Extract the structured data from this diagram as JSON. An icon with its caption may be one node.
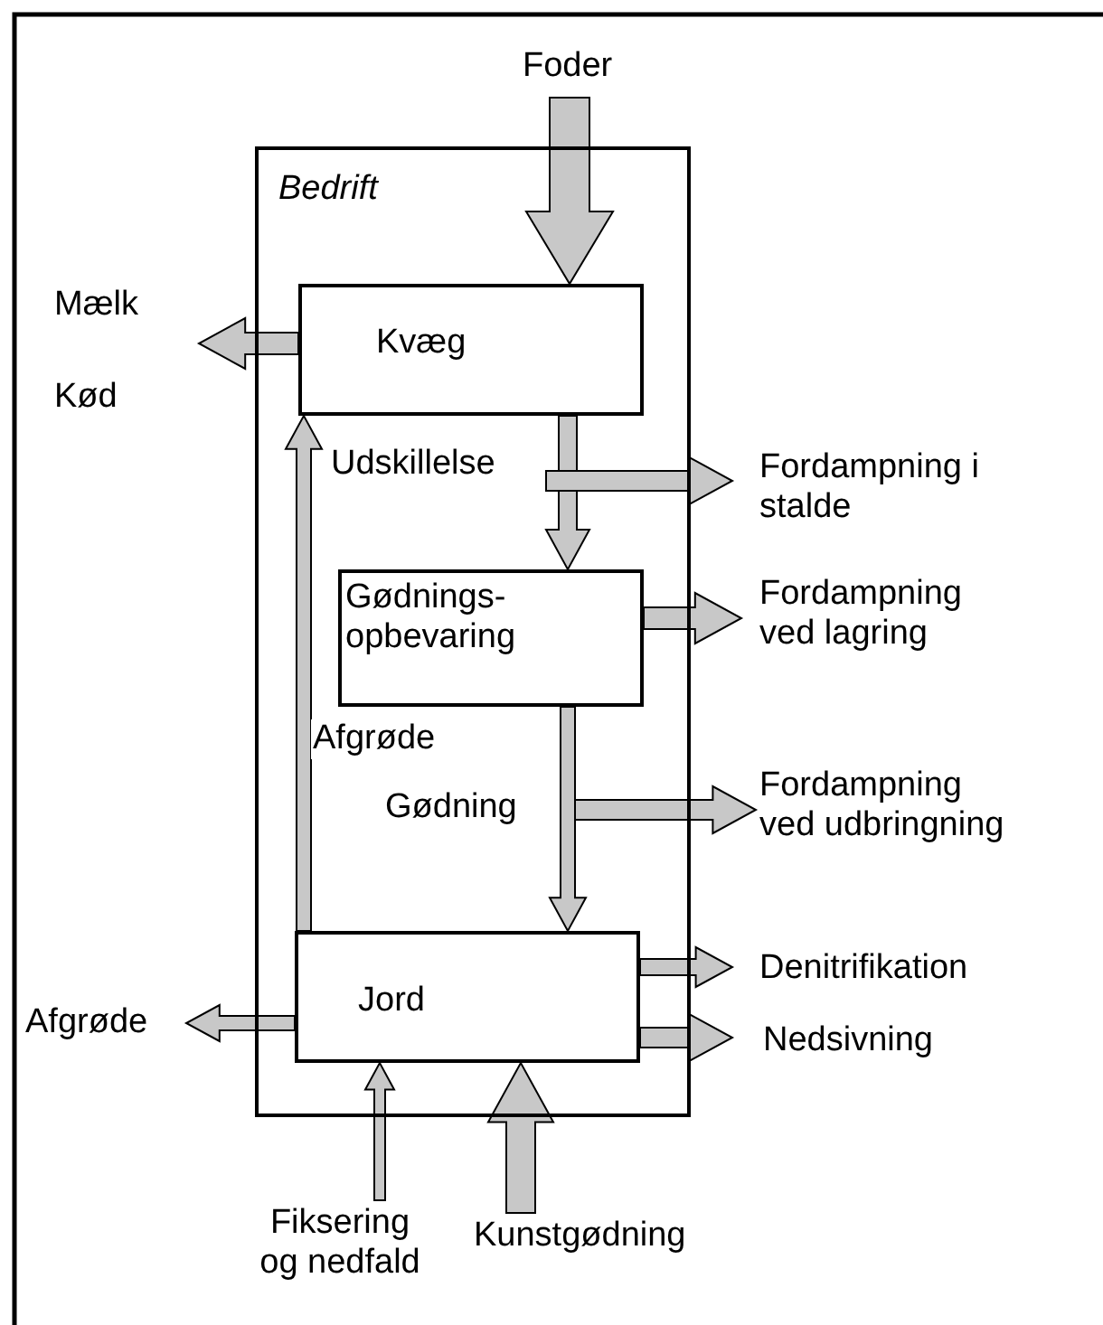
{
  "diagram": {
    "nodes": [
      {
        "text": [
          "Foder"
        ]
      },
      {
        "text": [
          "Bedrift"
        ]
      },
      {
        "text": [
          "Mælk",
          "Kød"
        ]
      },
      {
        "text": [
          "Kvæg"
        ],
        "in": 1
      },
      {
        "text": [
          "Fordampning i stalde"
        ]
      },
      {
        "text": [
          "Gødnings- opbevaring"
        ],
        "in": 1
      },
      {
        "text": [
          "Fordampning ved lagring"
        ]
      },
      {
        "text": [
          "Fordampning ved udbringning"
        ]
      },
      {
        "text": [
          "Jord"
        ],
        "in": 1
      },
      {
        "text": [
          "Afgrøde"
        ]
      },
      {
        "text": [
          "Denitrifikation"
        ]
      },
      {
        "text": [
          "Nedsivning"
        ]
      },
      {
        "text": [
          "Fiksering og nedfald"
        ]
      },
      {
        "text": [
          "Kunstgødning"
        ]
      }
    ],
    "edges": [
      {
        "from": 0,
        "to": 3,
        "arrow": "to",
        "style": "thick"
      },
      {
        "from": 3,
        "to": 2,
        "arrow": "to"
      },
      {
        "from": 3,
        "to": 5,
        "arrow": "to",
        "label": "Udskillelse"
      },
      {
        "from": null,
        "to": 4,
        "arrow": "to"
      },
      {
        "from": 5,
        "to": 6,
        "arrow": "to"
      },
      {
        "from": 5,
        "to": 8,
        "arrow": "to",
        "label": "Gødning"
      },
      {
        "from": null,
        "to": 7,
        "arrow": "to"
      },
      {
        "from": 8,
        "to": 3,
        "arrow": "to",
        "label": "Afgrøde"
      },
      {
        "from": 8,
        "to": 9,
        "arrow": "to"
      },
      {
        "from": 8,
        "to": 10,
        "arrow": "to"
      },
      {
        "from": 8,
        "to": 11,
        "arrow": "to"
      },
      {
        "from": 12,
        "to": 8,
        "arrow": "to"
      },
      {
        "from": 13,
        "to": 8,
        "arrow": "to",
        "style": "thick"
      }
    ]
  }
}
